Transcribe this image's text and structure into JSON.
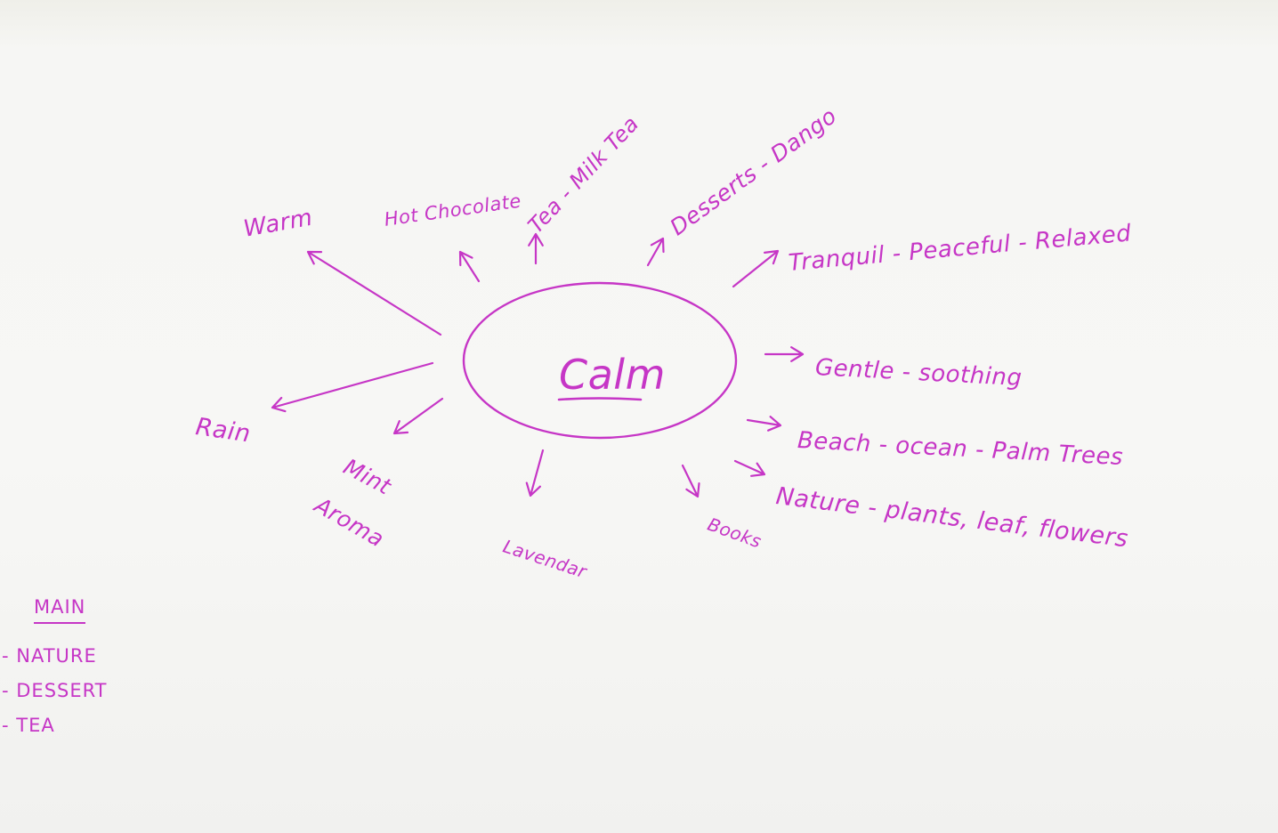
{
  "ink_color": "#c636c6",
  "center": {
    "label": "Calm"
  },
  "nodes": [
    {
      "id": "warm",
      "label": "Warm"
    },
    {
      "id": "hot-chocolate",
      "label": "Hot Chocolate"
    },
    {
      "id": "tea",
      "label": "Tea - Milk Tea"
    },
    {
      "id": "desserts",
      "label": "Desserts - Dango"
    },
    {
      "id": "tranquil",
      "label": "Tranquil - Peaceful - Relaxed"
    },
    {
      "id": "gentle",
      "label": "Gentle - soothing"
    },
    {
      "id": "beach",
      "label": "Beach - ocean - Palm Trees"
    },
    {
      "id": "nature",
      "label": "Nature - plants, leaf, flowers"
    },
    {
      "id": "books",
      "label": "Books"
    },
    {
      "id": "lavender",
      "label": "Lavendar"
    },
    {
      "id": "mint",
      "label": "Mint"
    },
    {
      "id": "aroma",
      "label": "Aroma"
    },
    {
      "id": "rain",
      "label": "Rain"
    }
  ],
  "legend": {
    "title": "MAIN",
    "items": [
      "- NATURE",
      "- DESSERT",
      "- TEA"
    ]
  }
}
